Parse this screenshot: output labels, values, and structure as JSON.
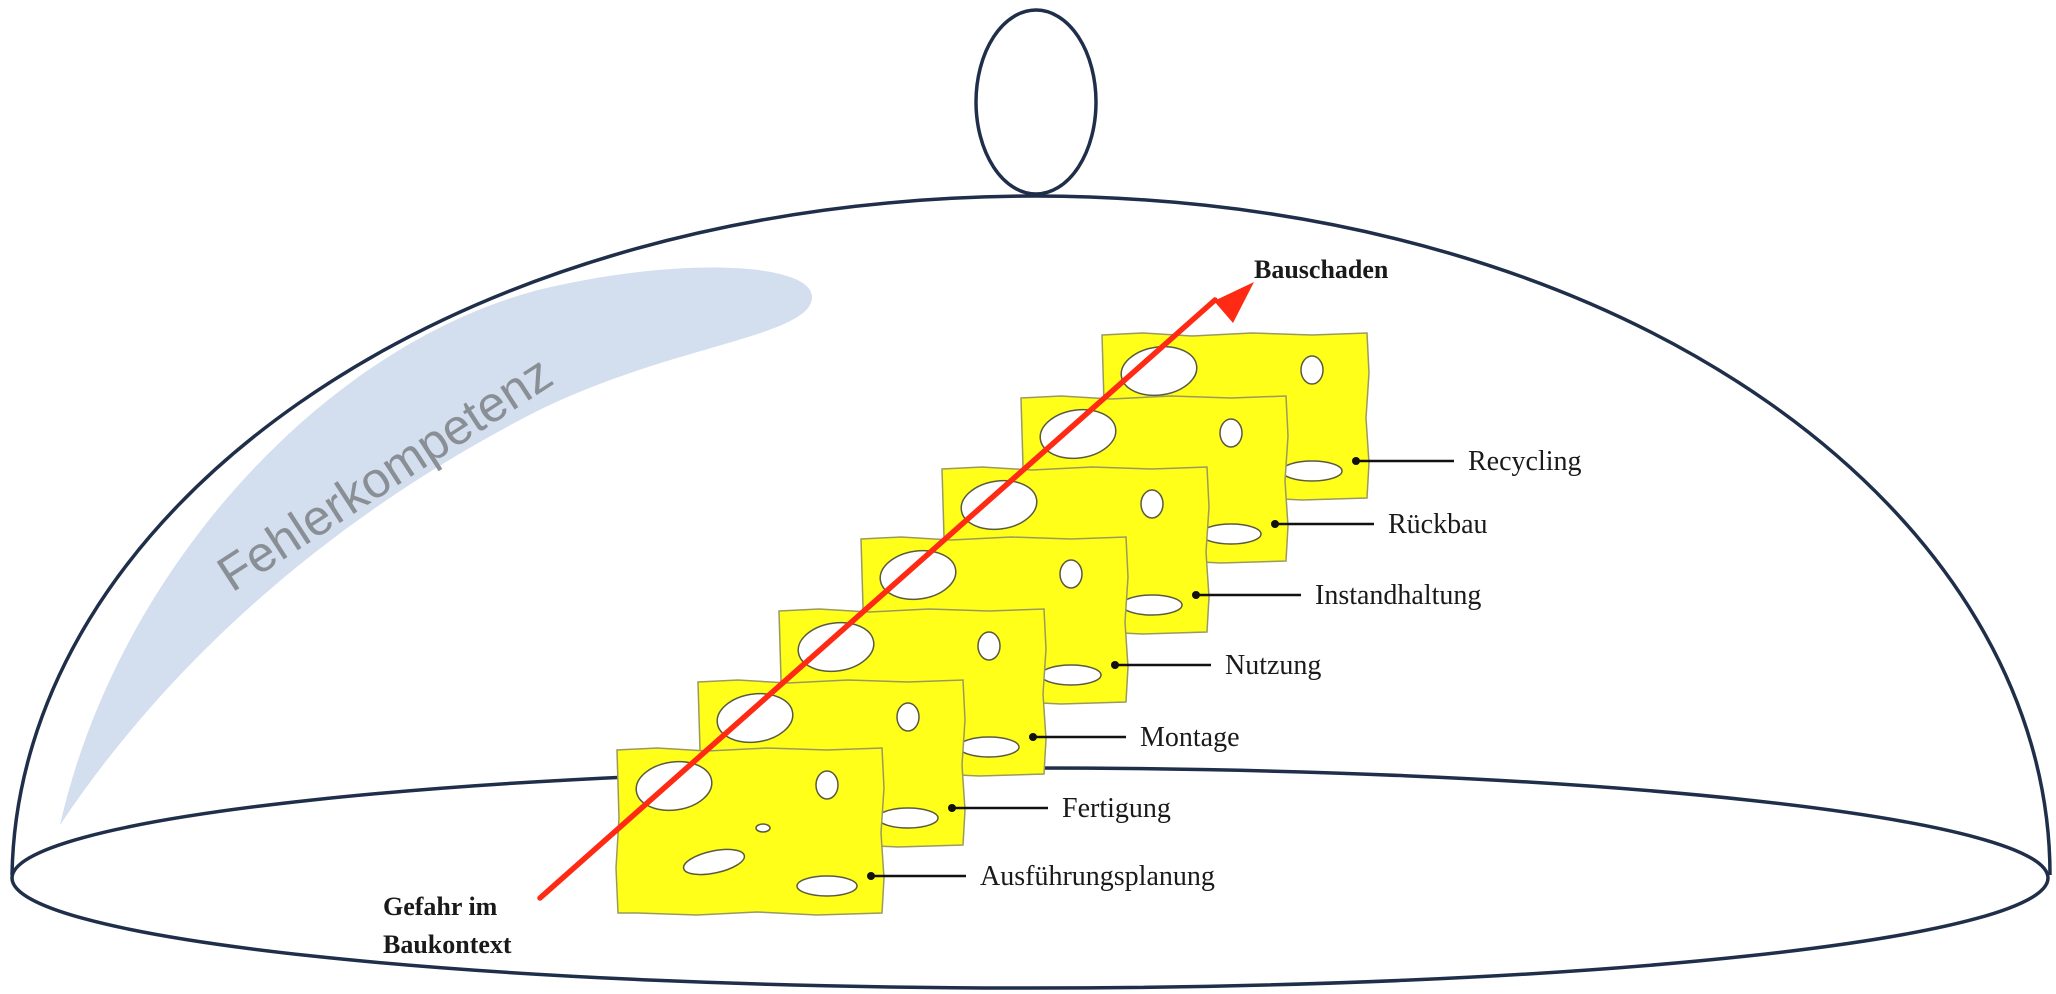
{
  "dome": {
    "label": "Fehlerkompetenz",
    "outline_color": "#1f2f4a",
    "highlight_color": "#d3deee"
  },
  "arrow": {
    "start_label_line1": "Gefahr im",
    "start_label_line2": "Baukontext",
    "end_label": "Bauschaden",
    "color": "#ff2a14"
  },
  "cheese_color": "#ffff1a",
  "hole_color": "#ffffff",
  "phases": [
    {
      "label": "Ausführungsplanung"
    },
    {
      "label": "Fertigung"
    },
    {
      "label": "Montage"
    },
    {
      "label": "Nutzung"
    },
    {
      "label": "Instandhaltung"
    },
    {
      "label": "Rückbau"
    },
    {
      "label": "Recycling"
    }
  ]
}
